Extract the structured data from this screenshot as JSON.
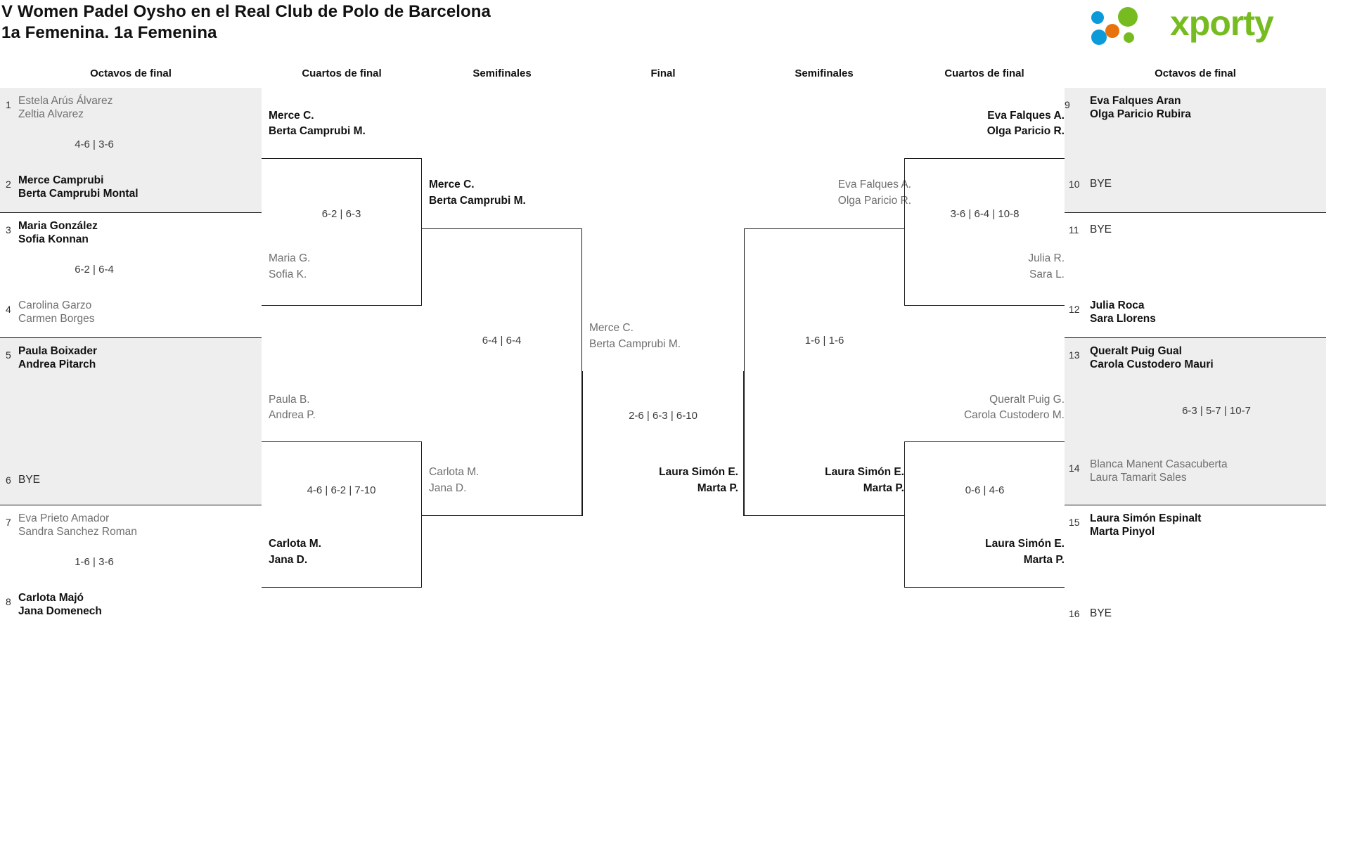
{
  "header": {
    "title_line1": "V Women Padel Oysho en el Real Club de Polo de Barcelona",
    "title_line2": "1a Femenina. 1a Femenina",
    "logo_text": "xporty",
    "logo_colors": {
      "green": "#76bc21",
      "blue": "#0c9ad8",
      "orange": "#e8730c"
    }
  },
  "round_labels": {
    "left_r16": "Octavos de final",
    "left_qf": "Cuartos de final",
    "left_sf": "Semifinales",
    "final": "Final",
    "right_sf": "Semifinales",
    "right_qf": "Cuartos de final",
    "right_r16": "Octavos de final"
  },
  "left_seeds": [
    {
      "num": "1",
      "line1": "Estela Arús Álvarez",
      "line2": "Zeltia Alvarez",
      "winner": false,
      "bye": false,
      "shaded": true
    },
    {
      "num": "2",
      "line1": "Merce Camprubi",
      "line2": "Berta Camprubi Montal",
      "winner": true,
      "bye": false,
      "shaded": true
    },
    {
      "num": "3",
      "line1": "Maria González",
      "line2": "Sofia Konnan",
      "winner": true,
      "bye": false,
      "shaded": false
    },
    {
      "num": "4",
      "line1": "Carolina Garzo",
      "line2": "Carmen Borges",
      "winner": false,
      "bye": false,
      "shaded": false
    },
    {
      "num": "5",
      "line1": "Paula Boixader",
      "line2": "Andrea Pitarch",
      "winner": true,
      "bye": false,
      "shaded": true
    },
    {
      "num": "6",
      "line1": "BYE",
      "line2": "",
      "winner": false,
      "bye": true,
      "shaded": true
    },
    {
      "num": "7",
      "line1": "Eva Prieto Amador",
      "line2": "Sandra Sanchez Roman",
      "winner": false,
      "bye": false,
      "shaded": false
    },
    {
      "num": "8",
      "line1": "Carlota Majó",
      "line2": "Jana Domenech",
      "winner": true,
      "bye": false,
      "shaded": false
    }
  ],
  "left_seed_scores": [
    "4-6 | 3-6",
    "6-2 | 6-4",
    "",
    "1-6 | 3-6"
  ],
  "right_seeds": [
    {
      "num": "9",
      "line1": "Eva Falques Aran",
      "line2": "Olga Paricio Rubira",
      "winner": true,
      "bye": false,
      "shaded": true
    },
    {
      "num": "10",
      "line1": "BYE",
      "line2": "",
      "winner": false,
      "bye": true,
      "shaded": true
    },
    {
      "num": "11",
      "line1": "BYE",
      "line2": "",
      "winner": false,
      "bye": true,
      "shaded": false
    },
    {
      "num": "12",
      "line1": "Julia Roca",
      "line2": "Sara Llorens",
      "winner": true,
      "bye": false,
      "shaded": false
    },
    {
      "num": "13",
      "line1": "Queralt Puig Gual",
      "line2": "Carola Custodero Mauri",
      "winner": true,
      "bye": false,
      "shaded": true
    },
    {
      "num": "14",
      "line1": "Blanca Manent Casacuberta",
      "line2": "Laura Tamarit Sales",
      "winner": false,
      "bye": false,
      "shaded": true
    },
    {
      "num": "15",
      "line1": "Laura Simón Espinalt",
      "line2": "Marta Pinyol",
      "winner": true,
      "bye": false,
      "shaded": false
    },
    {
      "num": "16",
      "line1": "BYE",
      "line2": "",
      "winner": false,
      "bye": true,
      "shaded": false
    }
  ],
  "right_seed_scores": [
    "",
    "",
    "6-3 | 5-7 | 10-7",
    ""
  ],
  "left_qf": {
    "top_team": {
      "line1": "Merce C.",
      "line2": "Berta Camprubi M.",
      "winner": true
    },
    "mid_team": {
      "line1": "Maria G.",
      "line2": "Sofia K.",
      "winner": false
    },
    "top_score": "6-2 | 6-3",
    "bot_upper": {
      "line1": "Paula B.",
      "line2": "Andrea P.",
      "winner": false
    },
    "bot_team": {
      "line1": "Carlota M.",
      "line2": "Jana D.",
      "winner": true
    },
    "bot_score": "4-6 | 6-2 | 7-10"
  },
  "left_sf": {
    "top_team": {
      "line1": "Merce C.",
      "line2": "Berta Camprubi M.",
      "winner": true
    },
    "bot_team": {
      "line1": "Carlota M.",
      "line2": "Jana D.",
      "winner": false
    },
    "score": "6-4 | 6-4"
  },
  "final": {
    "top_team": {
      "line1": "Merce C.",
      "line2": "Berta Camprubi M.",
      "winner": false
    },
    "bot_team": {
      "line1": "Laura Simón E.",
      "line2": "Marta P.",
      "winner": true
    },
    "score": "2-6 | 6-3 | 6-10"
  },
  "right_sf": {
    "top_team": {
      "line1": "Eva Falques A.",
      "line2": "Olga Paricio R.",
      "winner": false
    },
    "bot_team": {
      "line1": "Laura Simón E.",
      "line2": "Marta P.",
      "winner": true
    },
    "score": "1-6 | 1-6"
  },
  "right_qf": {
    "top_team": {
      "line1": "Eva Falques A.",
      "line2": "Olga Paricio R.",
      "winner": true
    },
    "mid_team": {
      "line1": "Julia R.",
      "line2": "Sara L.",
      "winner": false
    },
    "top_score": "3-6 | 6-4 | 10-8",
    "bot_upper": {
      "line1": "Queralt Puig G.",
      "line2": "Carola Custodero M.",
      "winner": false
    },
    "bot_team": {
      "line1": "Laura Simón E.",
      "line2": "Marta P.",
      "winner": true
    },
    "bot_score": "0-6 | 4-6"
  }
}
